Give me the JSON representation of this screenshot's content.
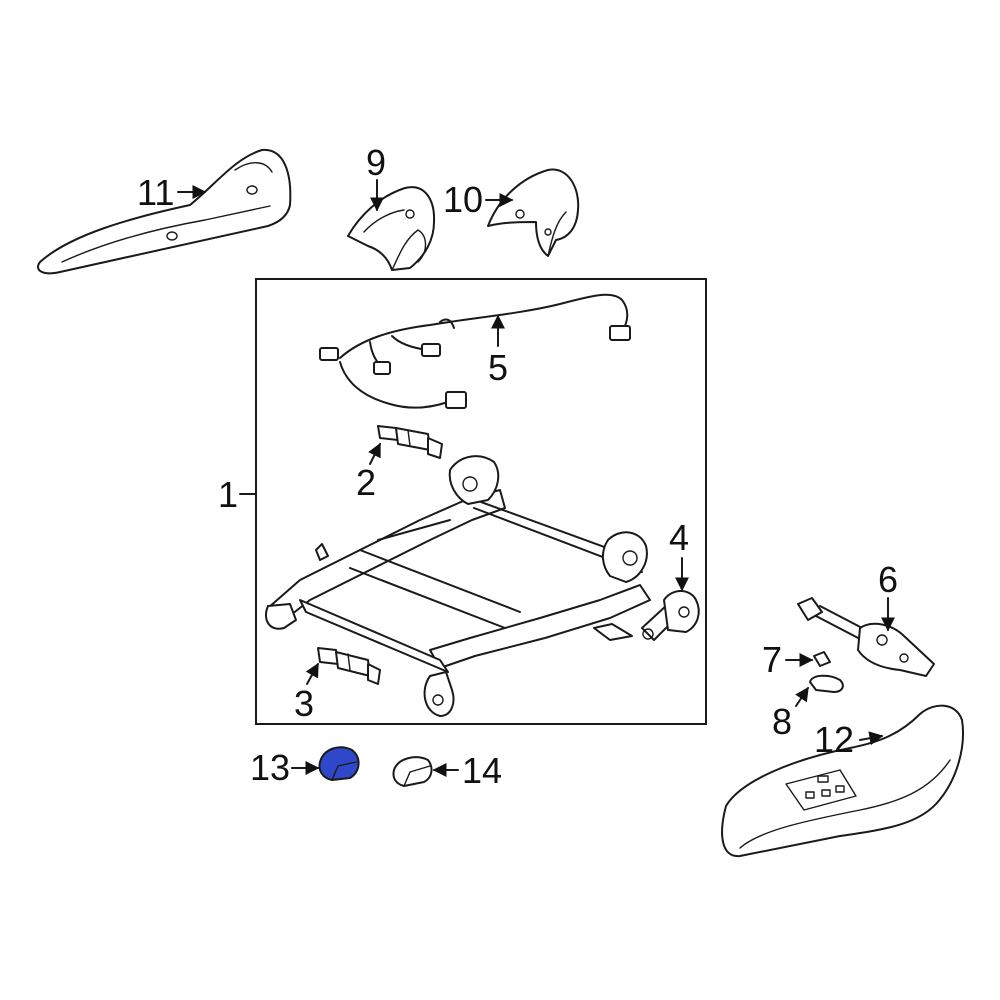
{
  "diagram": {
    "highlight_color": "#2f48c9",
    "highlighted_part": "13",
    "callouts": {
      "p1": "1",
      "p2": "2",
      "p3": "3",
      "p4": "4",
      "p5": "5",
      "p6": "6",
      "p7": "7",
      "p8": "8",
      "p9": "9",
      "p10": "10",
      "p11": "11",
      "p12": "12",
      "p13": "13",
      "p14": "14"
    }
  }
}
